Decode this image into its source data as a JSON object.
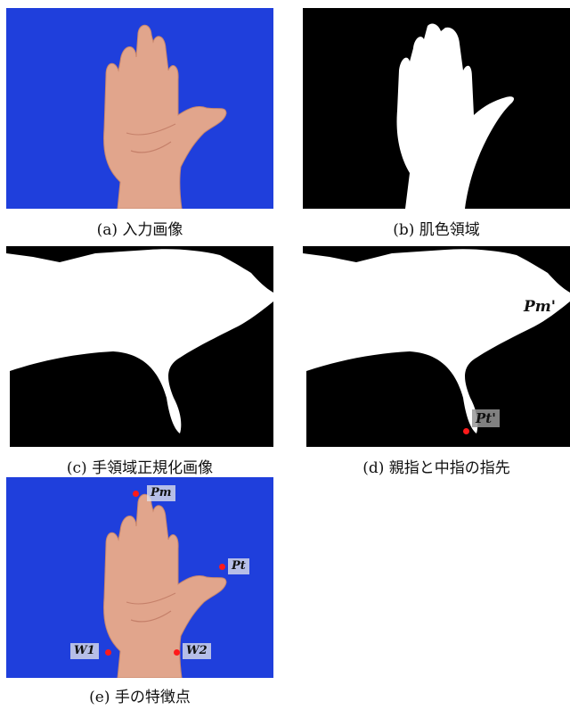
{
  "captions": {
    "a": "(a) 入力画像",
    "b": "(b) 肌色領域",
    "c": "(c) 手領域正規化画像",
    "d": "(d) 親指と中指の指先",
    "e": "(e) 手の特徴点"
  },
  "labels": {
    "pm_prime": "Pm'",
    "pt_prime": "Pt'",
    "pm": "Pm",
    "pt": "Pt",
    "w1": "W1",
    "w2": "W2"
  },
  "colors": {
    "background_blue": "#1f3fdc",
    "skin": "#e1a58c",
    "mask_white": "#ffffff",
    "mask_black": "#000000",
    "marker_red": "#ff1a1a"
  }
}
